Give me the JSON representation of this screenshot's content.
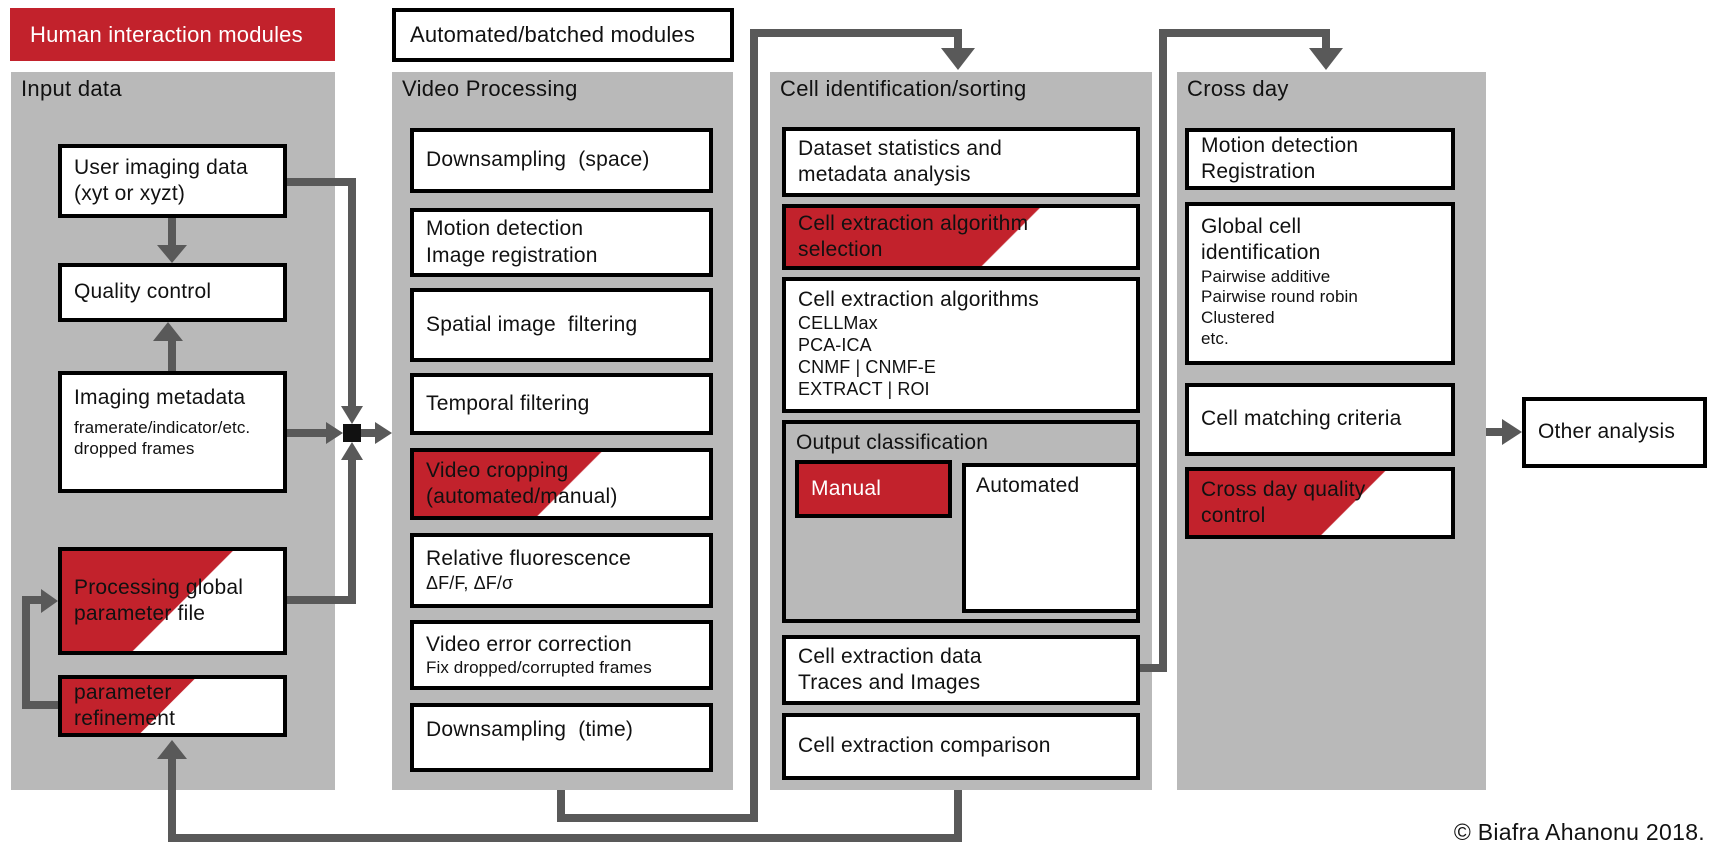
{
  "colors": {
    "module_red": "#c2222c",
    "panel_gray": "#b9b9b9",
    "connector_gray": "#595959",
    "border_black": "#000000"
  },
  "legend": {
    "human_modules": "Human interaction modules",
    "automated_modules": "Automated/batched modules"
  },
  "input_data": {
    "title": "Input data",
    "user_imaging_data": "User imaging data\n(xyt or xyzt)",
    "quality_control": "Quality control",
    "imaging_metadata": "Imaging metadata",
    "imaging_metadata_sub": "framerate/indicator/etc.\ndropped frames",
    "param_file": "Processing global\nparameter file",
    "param_refinement": "parameter\nrefinement"
  },
  "video_processing": {
    "title": "Video Processing",
    "downsampling_space": "Downsampling  (space)",
    "motion_detection": "Motion detection\nImage registration",
    "spatial_filtering": "Spatial image  filtering",
    "temporal_filtering": "Temporal filtering",
    "video_cropping": "Video cropping\n(automated/manual)",
    "relative_fluorescence": "Relative fluorescence",
    "relative_fluorescence_sub": "ΔF/F, ΔF/σ",
    "video_error_correction": "Video error correction",
    "video_error_correction_sub": "Fix dropped/corrupted frames",
    "downsampling_time": "Downsampling  (time)"
  },
  "cell_identification": {
    "title": "Cell identification/sorting",
    "dataset_statistics": "Dataset statistics and\nmetadata analysis",
    "algorithm_selection": "Cell extraction algorithm\nselection",
    "extraction_algorithms": "Cell extraction algorithms",
    "extraction_algorithms_sub": "CELLMax\nPCA-ICA\nCNMF | CNMF-E\nEXTRACT | ROI",
    "output_classification": "Output classification",
    "manual": "Manual",
    "automated": "Automated",
    "extraction_data": "Cell extraction data\nTraces and Images",
    "extraction_comparison": "Cell extraction comparison"
  },
  "cross_day": {
    "title": "Cross day",
    "motion_detection": "Motion detection\nRegistration",
    "global_cell_identification": "Global cell\nidentification",
    "global_cell_identification_sub": "Pairwise additive\nPairwise round robin\nClustered\netc.",
    "cell_matching": "Cell matching criteria",
    "quality_control": "Cross day quality\ncontrol"
  },
  "other_analysis": "Other analysis",
  "copyright": "© Biafra Ahanonu 2018."
}
